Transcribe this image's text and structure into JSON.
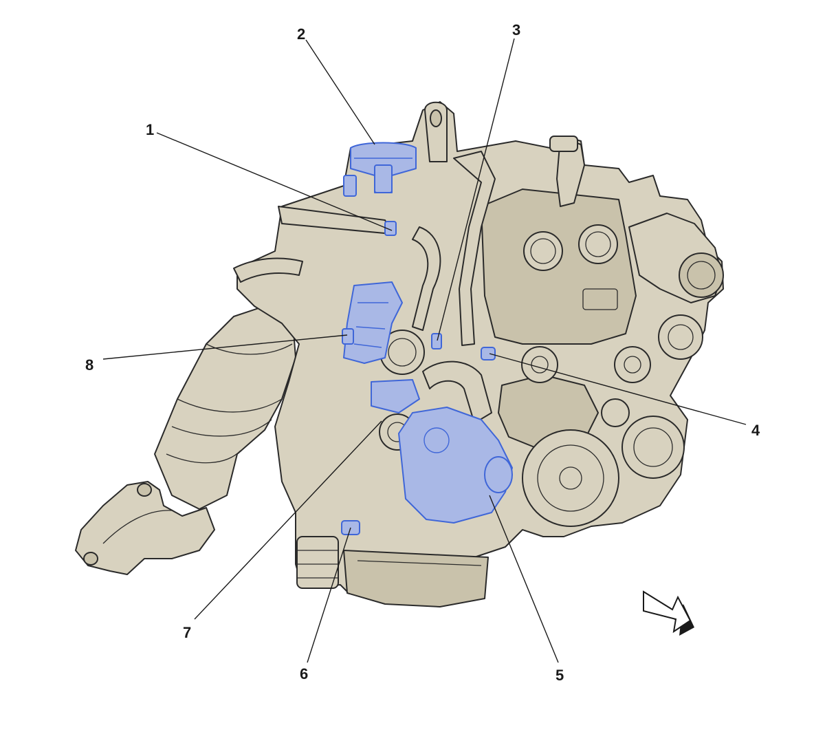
{
  "callouts": [
    {
      "id": "1",
      "label": "1"
    },
    {
      "id": "2",
      "label": "2"
    },
    {
      "id": "3",
      "label": "3"
    },
    {
      "id": "4",
      "label": "4"
    },
    {
      "id": "5",
      "label": "5"
    },
    {
      "id": "6",
      "label": "6"
    },
    {
      "id": "7",
      "label": "7"
    },
    {
      "id": "8",
      "label": "8"
    }
  ],
  "colors": {
    "engine_body": "#d8d2bf",
    "highlight_fill": "#a9b8e6",
    "highlight_stroke": "#3f66d8",
    "outline": "#2a2a2a"
  },
  "icons": {
    "direction": "direction-arrow-icon"
  }
}
